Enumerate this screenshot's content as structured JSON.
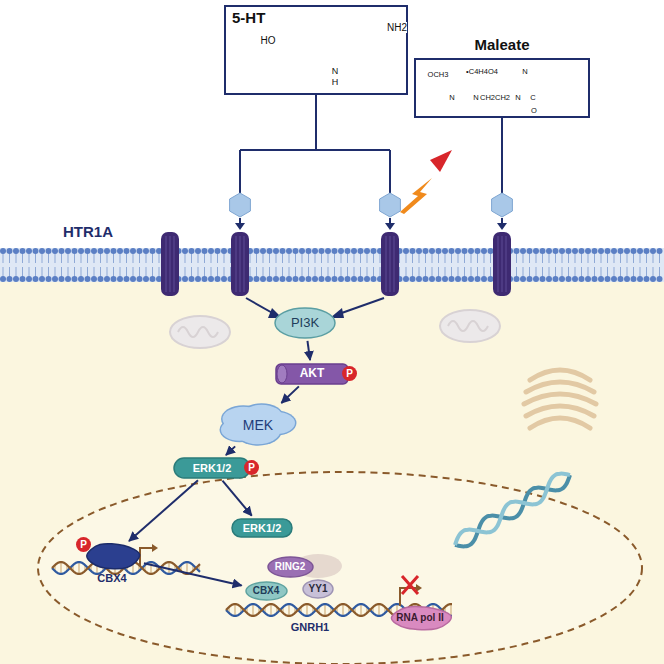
{
  "diagram": {
    "nodes": [
      {
        "text": [
          "5-HT"
        ]
      },
      {
        "text": [
          "Maleate"
        ]
      },
      {
        "text": [
          "PI3K"
        ]
      },
      {
        "text": [
          "AKT",
          "P"
        ]
      },
      {
        "text": [
          "MEK"
        ]
      },
      {
        "text": [
          "ERK1/2",
          "P"
        ]
      },
      {
        "text": [
          "ERK1/2"
        ]
      },
      {
        "text": [
          "P",
          "CBX4"
        ]
      },
      {
        "text": [
          "RING2"
        ]
      },
      {
        "text": [
          "CBX4"
        ]
      },
      {
        "text": [
          "YY1"
        ]
      },
      {
        "text": [
          "RNA pol II"
        ]
      }
    ],
    "edges": [
      {
        "from": 2,
        "to": 3,
        "arrow": "to"
      },
      {
        "from": 3,
        "to": 4,
        "arrow": "to"
      },
      {
        "from": 4,
        "to": 5,
        "arrow": "to"
      },
      {
        "from": 5,
        "to": 7,
        "arrow": "to"
      },
      {
        "from": 5,
        "to": 6,
        "arrow": "to"
      },
      {
        "from": 7,
        "to": 9,
        "arrow": "to"
      }
    ],
    "labels": [
      "HTR1A",
      "HO",
      "NH2",
      "N",
      "H",
      "OCH3",
      "•C4H4O4",
      "N",
      "N",
      "CH2CH2",
      "N",
      "N",
      "C",
      "O",
      "GNRH1"
    ]
  }
}
